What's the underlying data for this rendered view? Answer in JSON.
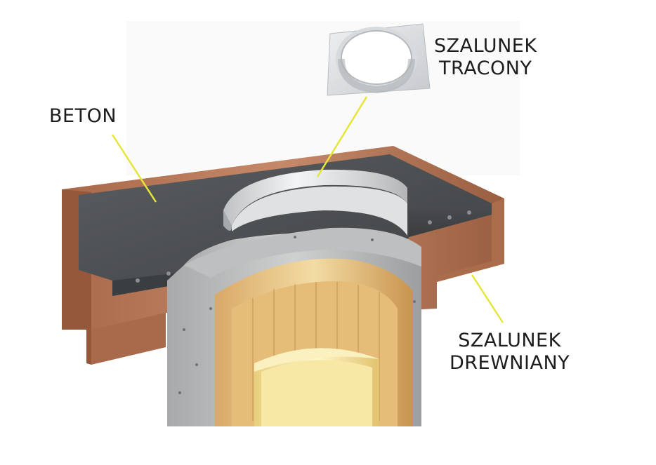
{
  "labels": {
    "concrete": "BETON",
    "lost_formwork": [
      "SZALUNEK",
      "TRACONY"
    ],
    "wood_formwork": [
      "SZALUNEK",
      "DREWNIANY"
    ]
  },
  "colors": {
    "leader_line": "#e6e63a",
    "concrete_top": "#4e5153",
    "wood": "#b8764f",
    "steel": "#d9dbdd",
    "insulation": "#e9c98a",
    "flue": "#f6e6a8"
  }
}
